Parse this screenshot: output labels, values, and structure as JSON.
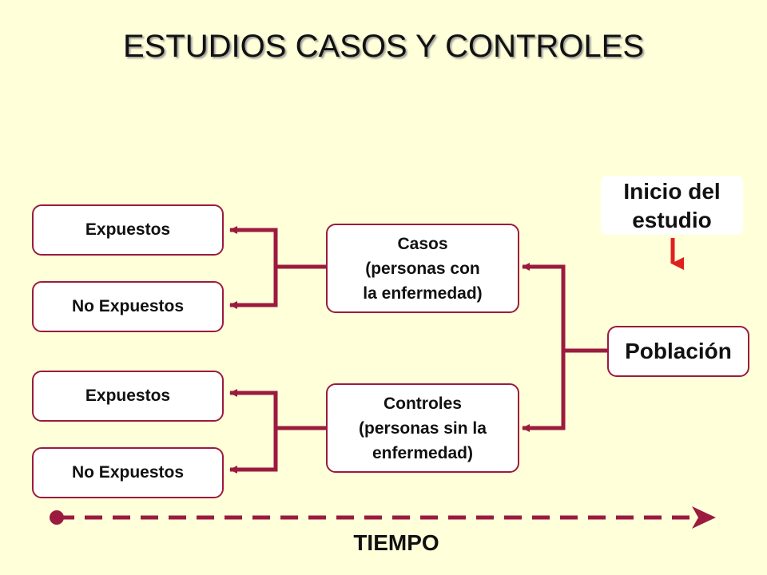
{
  "title": "ESTUDIOS CASOS Y CONTROLES",
  "boxes": {
    "expuestos_top": "Expuestos",
    "no_expuestos_top": "No Expuestos",
    "expuestos_bottom": "Expuestos",
    "no_expuestos_bottom": "No Expuestos",
    "casos": "Casos\n(personas con\nla enfermedad)",
    "controles": "Controles\n(personas sin la\nenfermedad)",
    "poblacion": "Población"
  },
  "inicio": "Inicio del\nestudio",
  "timeline_label": "TIEMPO",
  "colors": {
    "background": "#ffffd9",
    "connector": "#9b1b3e",
    "start_arrow": "#e02020"
  }
}
